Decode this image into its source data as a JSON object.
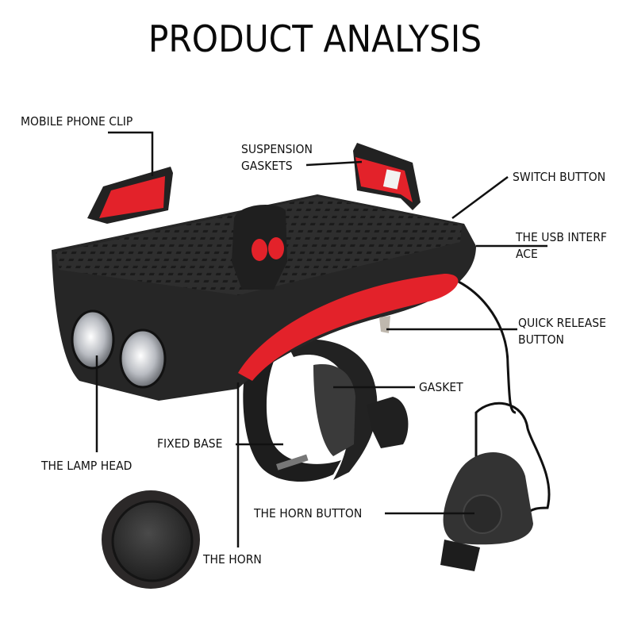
{
  "title": "PRODUCT ANALYSIS",
  "labels": {
    "mobile_phone_clip": "MOBILE PHONE CLIP",
    "suspension_gaskets_1": "SUSPENSION",
    "suspension_gaskets_2": "GASKETS",
    "switch_button": "SWITCH BUTTON",
    "usb_interface_1": "THE USB INTERF",
    "usb_interface_2": "ACE",
    "quick_release_1": "QUICK RELEASE",
    "quick_release_2": "BUTTON",
    "gasket": "GASKET",
    "fixed_base": "FIXED BASE",
    "lamp_head": "THE LAMP HEAD",
    "horn_button": "THE HORN BUTTON",
    "horn": "THE HORN"
  },
  "colors": {
    "accent_red": "#e3222a",
    "body_black": "#2a2a2a",
    "text": "#111111"
  }
}
